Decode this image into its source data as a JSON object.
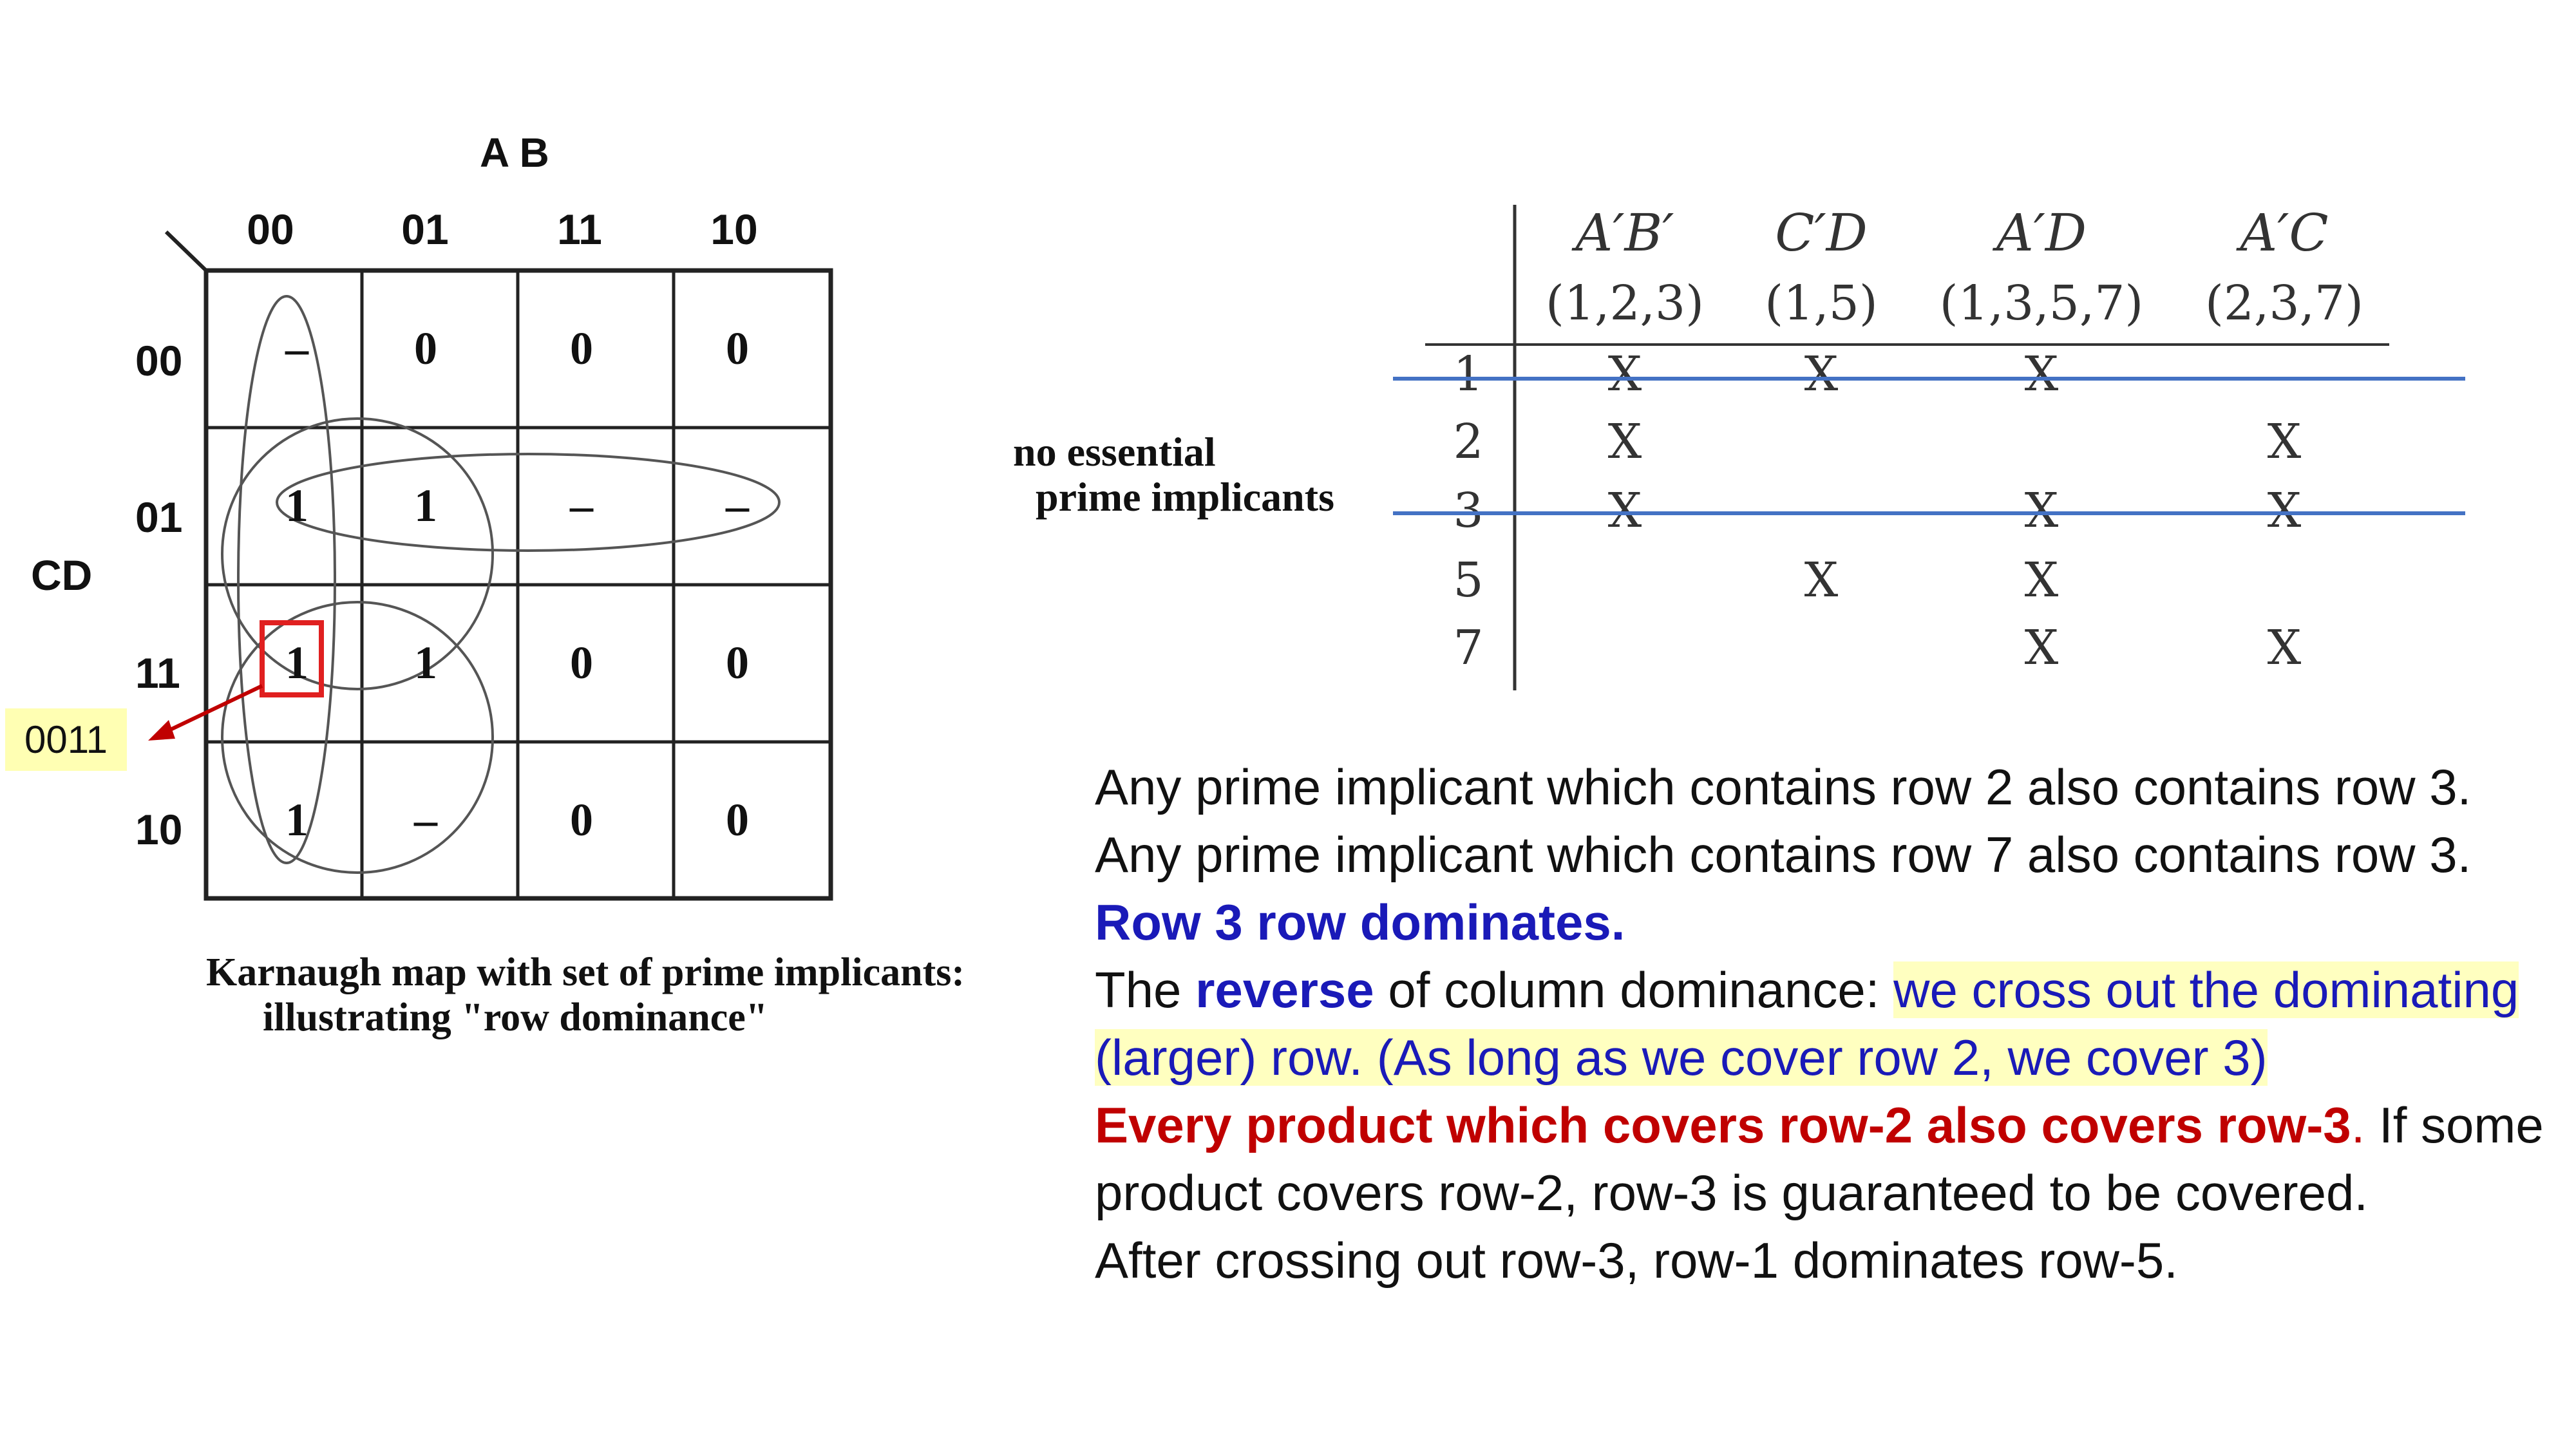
{
  "kmap": {
    "title": "A B",
    "row_var": "CD",
    "col_headers": [
      "00",
      "01",
      "11",
      "10"
    ],
    "row_headers": [
      "00",
      "01",
      "11",
      "10"
    ],
    "cells": [
      [
        "–",
        "0",
        "0",
        "0"
      ],
      [
        "1",
        "1",
        "–",
        "–"
      ],
      [
        "1",
        "1",
        "0",
        "0"
      ],
      [
        "1",
        "–",
        "0",
        "0"
      ]
    ],
    "callout": "0011",
    "caption_line1": "Karnaugh map with set of prime implicants:",
    "caption_line2_prefix": "illustrating ",
    "caption_line2_term": "\"row dominance\"",
    "highlight_color": "#e02020",
    "arrow_color": "#c00000"
  },
  "table": {
    "columns": [
      {
        "term": "A′B′",
        "minterms": "(1,2,3)"
      },
      {
        "term": "C′D",
        "minterms": "(1,5)"
      },
      {
        "term": "A′D",
        "minterms": "(1,3,5,7)"
      },
      {
        "term": "A′C",
        "minterms": "(2,3,7)"
      }
    ],
    "rows": [
      {
        "label": "1",
        "marks": [
          "X",
          "X",
          "X",
          ""
        ]
      },
      {
        "label": "2",
        "marks": [
          "X",
          "",
          "",
          "X"
        ]
      },
      {
        "label": "3",
        "marks": [
          "X",
          "",
          "X",
          "X"
        ]
      },
      {
        "label": "5",
        "marks": [
          "",
          "X",
          "X",
          ""
        ]
      },
      {
        "label": "7",
        "marks": [
          "",
          "",
          "X",
          "X"
        ]
      }
    ],
    "crossed_rows": [
      "1",
      "3"
    ],
    "strike_color": "#4472c4",
    "note_line1": "no essential",
    "note_line2": "prime implicants"
  },
  "text": {
    "l1": "Any prime implicant which contains row 2 also contains row 3.",
    "l2": "Any prime implicant which contains row 7 also contains row 3.",
    "l3": "Row 3 row dominates.",
    "l4a": "The ",
    "l4b": "reverse",
    "l4c": " of column dominance: ",
    "l4d": "we cross out the dominating",
    "l5": "(larger) row. (As long as we cover row 2, we cover 3)",
    "l6a": "Every product which covers row-2 also covers row-3",
    "l6b": ".",
    "l6c": " If some",
    "l7": "product covers row-2, row-3 is guaranteed to be covered.",
    "l8": "After crossing out row-3, row-1 dominates row-5."
  }
}
